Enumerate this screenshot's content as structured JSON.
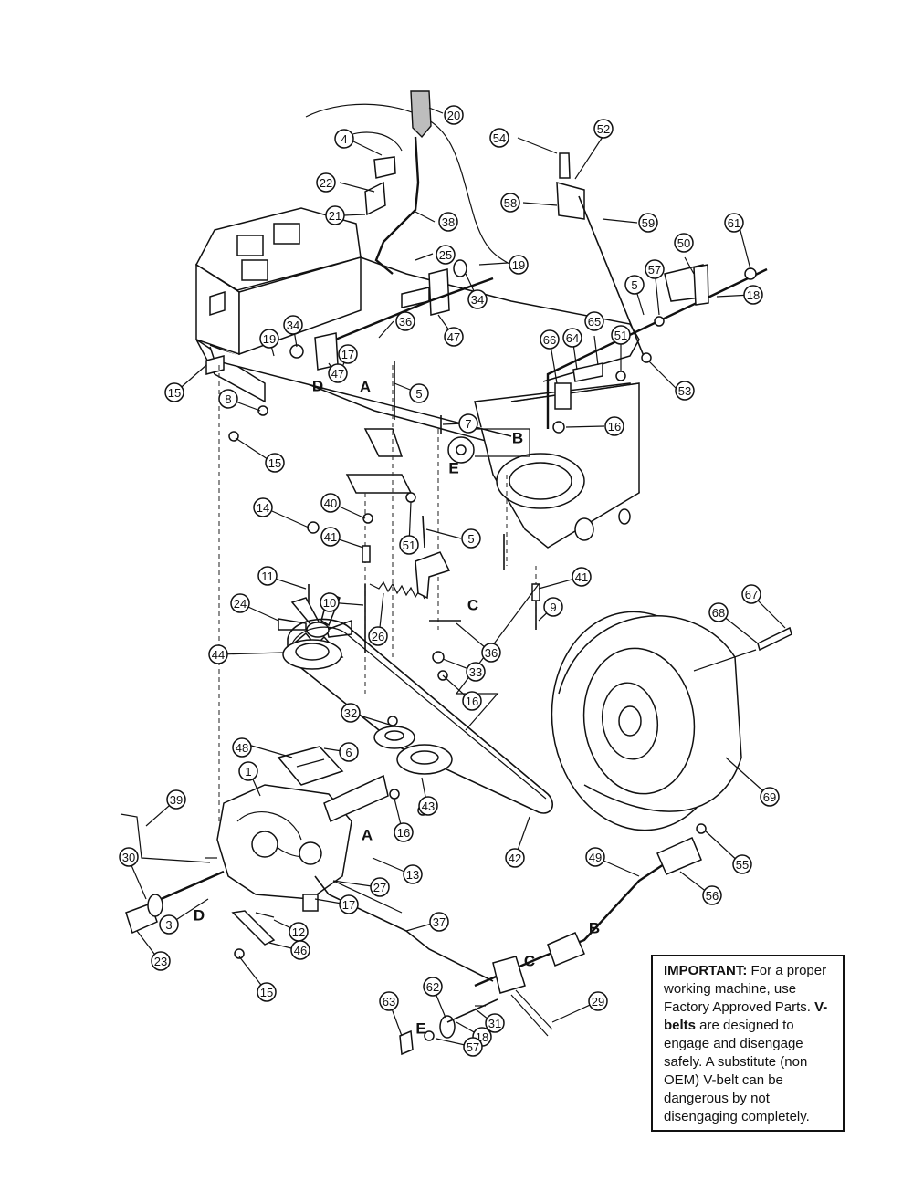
{
  "callouts": [
    "20",
    "4",
    "54",
    "52",
    "22",
    "58",
    "21",
    "38",
    "59",
    "61",
    "25",
    "19",
    "50",
    "57",
    "34",
    "5",
    "18",
    "47",
    "36",
    "34",
    "19",
    "17",
    "66",
    "64",
    "65",
    "51",
    "15",
    "47",
    "5",
    "53",
    "8",
    "7",
    "16",
    "15",
    "14",
    "40",
    "5",
    "41",
    "51",
    "41",
    "11",
    "10",
    "9",
    "24",
    "26",
    "36",
    "68",
    "67",
    "44",
    "33",
    "16",
    "32",
    "48",
    "6",
    "1",
    "39",
    "43",
    "69",
    "16",
    "42",
    "30",
    "13",
    "55",
    "49",
    "56",
    "27",
    "3",
    "17",
    "37",
    "12",
    "23",
    "46",
    "15",
    "62",
    "29",
    "63",
    "31",
    "18",
    "57"
  ],
  "letters": [
    "D",
    "A",
    "B",
    "E",
    "C",
    "A",
    "D",
    "B",
    "C",
    "E"
  ],
  "note": {
    "important_label": "IMPORTANT:",
    "important_text": " For a proper working machine, use Factory Approved Parts.",
    "vbelts_label": "V-belts",
    "vbelts_text": " are designed to engage and disengage safely. A substitute (non OEM) V-belt can be dangerous by not disengaging completely."
  }
}
